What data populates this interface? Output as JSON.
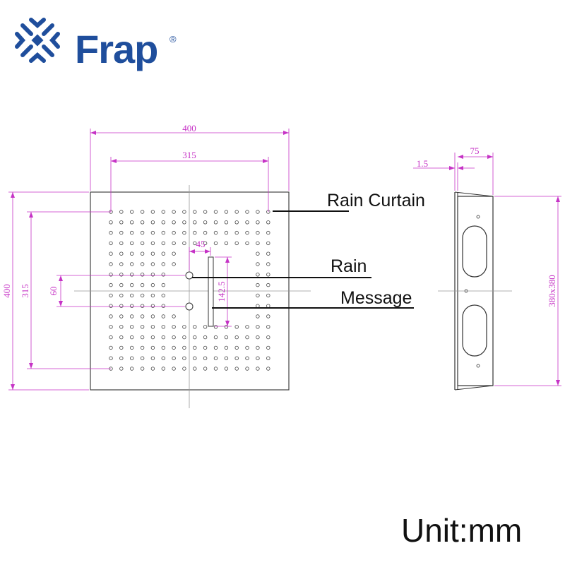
{
  "brand": {
    "name": "Frap",
    "registered": "®",
    "color": "#1f4e9c"
  },
  "dimension_color": "#c633c6",
  "front_view": {
    "width_overall": "400",
    "width_nozzles": "315",
    "height_overall": "400",
    "height_nozzles": "315",
    "inlet_spacing": "60",
    "slot_offset": "45",
    "slot_length": "142.5"
  },
  "side_view": {
    "depth": "75",
    "plate_thickness": "1.5",
    "mount_size": "380x380"
  },
  "callouts": {
    "rain_curtain": "Rain Curtain",
    "rain": "Rain",
    "message": "Message"
  },
  "unit": "Unit:mm"
}
